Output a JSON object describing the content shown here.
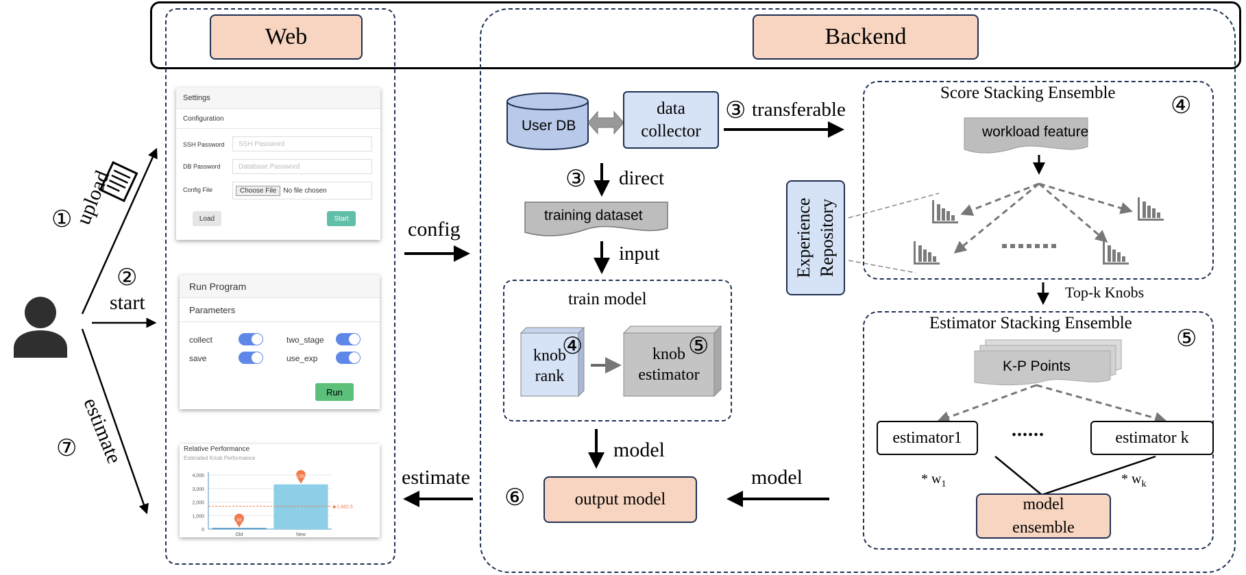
{
  "headers": {
    "web": "Web",
    "backend": "Backend"
  },
  "user_flow": {
    "upload": {
      "num": "①",
      "label": "upload"
    },
    "start": {
      "num": "②",
      "label": "start"
    },
    "estimate": {
      "num": "⑦",
      "label": "estimate"
    }
  },
  "settings_panel": {
    "title": "Settings",
    "section": "Configuration",
    "ssh_label": "SSH Password",
    "ssh_placeholder": "SSH Password",
    "db_label": "DB Password",
    "db_placeholder": "Database Password",
    "config_label": "Config File",
    "choose_file": "Choose File",
    "no_file": "No file chosen",
    "load_button": "Load",
    "start_button": "Start"
  },
  "run_panel": {
    "title": "Run Program",
    "section": "Parameters",
    "params": [
      "collect",
      "two_stage",
      "save",
      "use_exp"
    ],
    "run_button": "Run"
  },
  "perf_panel": {
    "title": "Relative Performance",
    "subtitle": "Estimated Knob Performance",
    "chart_data": {
      "type": "bar",
      "title": "Relative Performance",
      "subtitle": "Estimated Knob Performance",
      "categories": [
        "Old",
        "New"
      ],
      "values": [
        83,
        3302
      ],
      "ylim": [
        0,
        4000
      ],
      "yticks": [
        "0",
        "1,000",
        "2,000",
        "3,000",
        "4,000"
      ],
      "mean_label": "1,682.5",
      "bar_color": "#8dcfe6",
      "marker_color": "#f07a4a",
      "old_label": "83",
      "new_label": "3,302"
    }
  },
  "arrows": {
    "config": "config",
    "estimate_back": "estimate"
  },
  "backend": {
    "user_db": "User DB",
    "data_collector": [
      "data",
      "collector"
    ],
    "transferable": {
      "num": "③",
      "label": "transferable"
    },
    "direct": {
      "num": "③",
      "label": "direct"
    },
    "training_dataset": "training dataset",
    "input": "input",
    "train_model": {
      "title": "train model",
      "knob_rank": [
        "knob",
        "rank"
      ],
      "knob_rank_num": "④",
      "knob_estimator": [
        "knob",
        "estimator"
      ],
      "knob_estimator_num": "⑤"
    },
    "model_down": "model",
    "output_model": {
      "num": "⑥",
      "label": "output model"
    },
    "model_left": "model",
    "experience_repository": [
      "Experience",
      "Repository"
    ],
    "score_ensemble": {
      "title": "Score Stacking Ensemble",
      "num": "④",
      "workload_feature": "workload feature",
      "dots": "......"
    },
    "topk": "Top-k Knobs",
    "estimator_ensemble": {
      "title": "Estimator Stacking Ensemble",
      "num": "⑤",
      "kp_points": "K-P Points",
      "estimator1": "estimator1",
      "estimatork": "estimator k",
      "dots": "......",
      "w1": "* w",
      "w1_sub": "1",
      "wk": "* w",
      "wk_sub": "k",
      "model_ensemble": [
        "model",
        "ensemble"
      ]
    }
  }
}
